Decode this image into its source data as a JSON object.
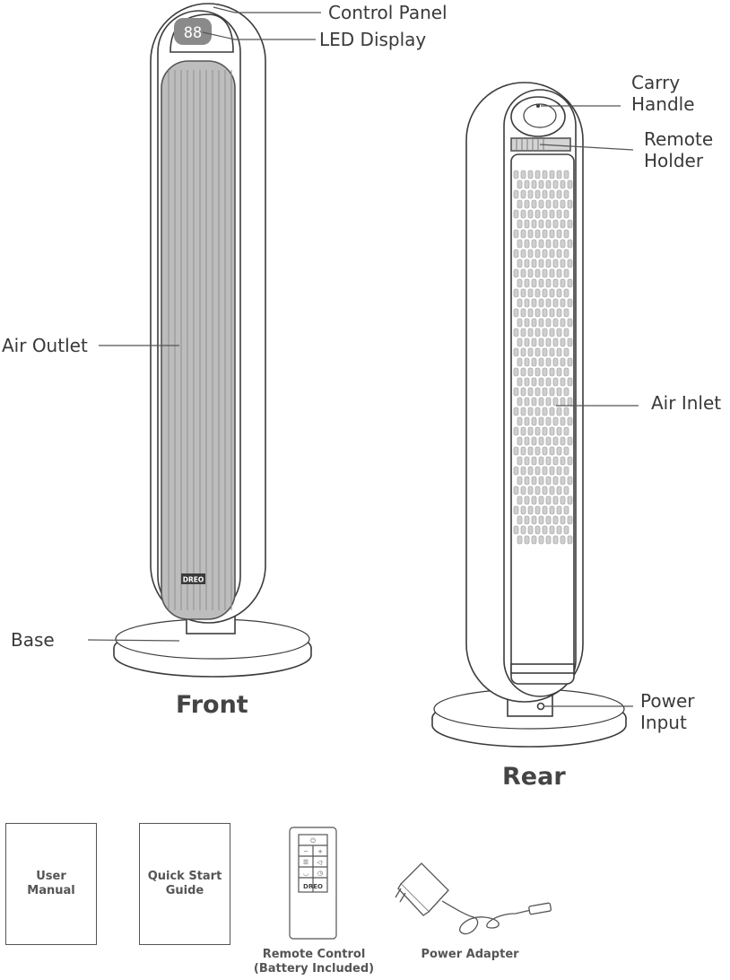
{
  "front": {
    "view_label": "Front",
    "callouts": {
      "control_panel": "Control Panel",
      "led_display": "LED Display",
      "air_outlet": "Air Outlet",
      "base": "Base"
    },
    "display_digits": "88",
    "brand": "DREO"
  },
  "rear": {
    "view_label": "Rear",
    "callouts": {
      "carry_handle": "Carry\nHandle",
      "remote_holder": "Remote\nHolder",
      "air_inlet": "Air Inlet",
      "power_input": "Power\nInput"
    }
  },
  "accessories": {
    "user_manual": "User\nManual",
    "quick_start_guide": "Quick Start\nGuide",
    "remote_control": "Remote Control\n(Battery Included)",
    "remote_brand": "DREO",
    "power_adapter": "Power Adapter"
  }
}
